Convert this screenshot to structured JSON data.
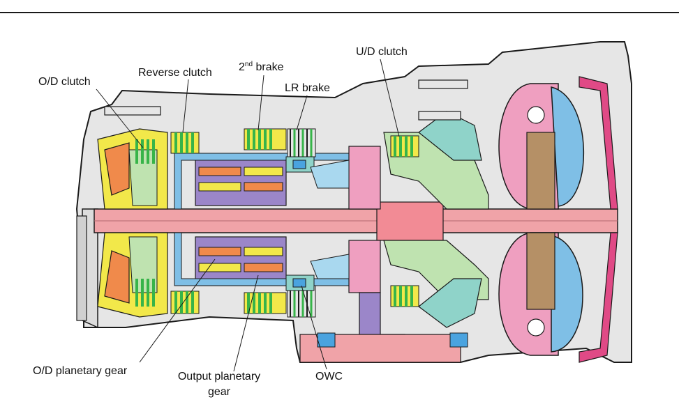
{
  "labels": {
    "od_clutch": "O/D clutch",
    "reverse_clutch": "Reverse clutch",
    "second_brake_num": "2",
    "second_brake_sup": "nd",
    "second_brake_text": " brake",
    "lr_brake": "LR brake",
    "ud_clutch": "U/D clutch",
    "od_planetary_gear": "O/D planetary gear",
    "output_planetary_gear_line1": "Output planetary",
    "output_planetary_gear_line2": "gear",
    "owc": "OWC"
  },
  "colors": {
    "outline": "#1a1a1a",
    "housing": "#e6e6e6",
    "shaft_pink": "#f0a3a8",
    "pink": "#ef9fc0",
    "blue": "#7fbfe6",
    "green": "#37b449",
    "yellow": "#f2e84a",
    "orange": "#f08a4b",
    "purple": "#9b86c9",
    "teal": "#8fd3c9",
    "lightgreen": "#bfe3b0",
    "tan": "#b59066",
    "lightblue": "#a9d8ef"
  }
}
